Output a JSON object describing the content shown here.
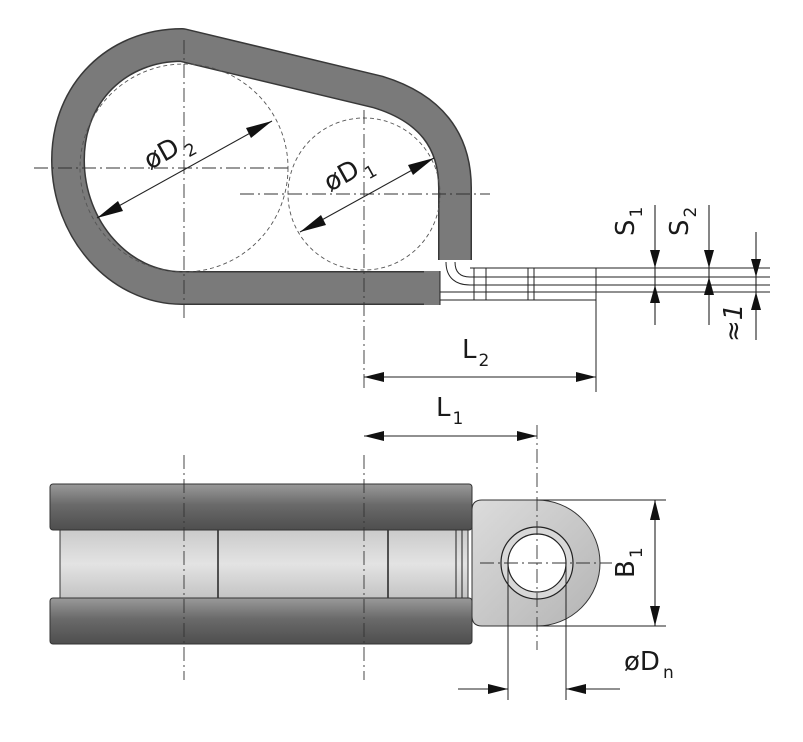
{
  "labels": {
    "d2": {
      "prefix": "øD",
      "sub": "2"
    },
    "d1": {
      "prefix": "øD",
      "sub": "1"
    },
    "s1": {
      "prefix": "S",
      "sub": "1"
    },
    "s2": {
      "prefix": "S",
      "sub": "2"
    },
    "approx": "≈1",
    "l2": {
      "prefix": "L",
      "sub": "2"
    },
    "l1": {
      "prefix": "L",
      "sub": "1"
    },
    "b1": {
      "prefix": "B",
      "sub": "1"
    },
    "dn": {
      "prefix": "øD",
      "sub": "n"
    }
  },
  "colors": {
    "rubber_dark": "#6e6e6e",
    "rubber_light": "#a8a8a8",
    "band": "#d4d4d4",
    "line": "#222222"
  }
}
